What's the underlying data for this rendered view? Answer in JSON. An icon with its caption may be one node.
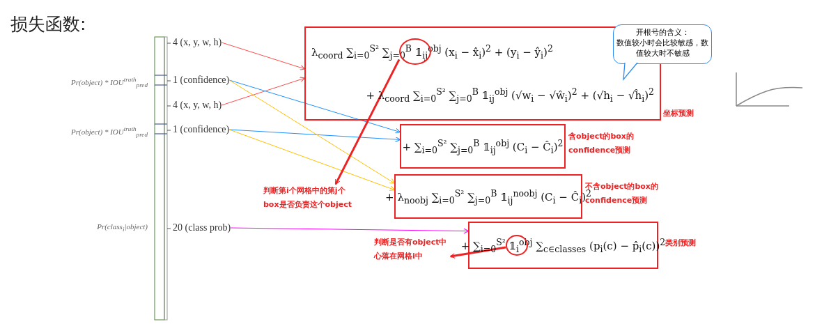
{
  "diagram": {
    "title": "损失函数:",
    "nodes": [
      {
        "text": [
          "4 (x, y, w, h)"
        ]
      },
      {
        "text": [
          "1 (confidence)"
        ]
      },
      {
        "text": [
          "4 (x, y, w, h)"
        ]
      },
      {
        "text": [
          "1 (confidence)"
        ]
      },
      {
        "text": [
          "20 (class prob)"
        ]
      },
      {
        "text": [
          "λ$_{coord}$ ∑$_{i=0}$$^{S²}$ ∑$_{j=0}$$^{B}$ 𝟙$_{ij}$$^{obj}$ (x$_{i}$ − x̂$_{i}$)$^{2}$ + (y$_{i}$ − ŷ$_{i}$)$^{2}$",
          "+ λ$_{coord}$ ∑$_{i=0}$$^{S²}$ ∑$_{j=0}$$^{B}$ 𝟙$_{ij}$$^{obj}$ (√w$_{i}$ − √ŵ$_{i}$)$^{2}$ + (√h$_{i}$ − √ĥ$_{i}$)$^{2}$"
        ],
        "beside": [
          "坐标预测"
        ]
      },
      {
        "text": [],
        "shape": "circle",
        "in": 5
      },
      {
        "text": [
          "开根号的含义：",
          "数值较小时会比较敏感，数值较大时不敏感"
        ]
      },
      {
        "text": [
          "+ ∑$_{i=0}$$^{S²}$ ∑$_{j=0}$$^{B}$ 𝟙$_{ij}$$^{obj}$ (C$_{i}$ − Ĉ$_{i}$)$^{2}$"
        ],
        "beside": [
          "含object的box的confidence预测"
        ]
      },
      {
        "text": [
          "判断第i个网格中的第j个box是否负责这个object"
        ]
      },
      {
        "text": [
          "+ λ$_{noobj}$ ∑$_{i=0}$$^{S²}$ ∑$_{j=0}$$^{B}$ 𝟙$_{ij}$$^{noobj}$ (C$_{i}$ − Ĉ$_{i}$)$^{2}$"
        ],
        "beside": [
          "不含object的box的confidence预测"
        ]
      },
      {
        "text": [
          "+ ∑$_{i=0}$$^{S²}$ 𝟙$_{i}$$^{obj}$ ∑$_{c∈classes}$ (p$_{i}$(c) − p̂$_{i}$(c))$^{2}$"
        ],
        "beside": [
          "类别预测"
        ]
      },
      {
        "text": [],
        "shape": "circle",
        "in": 11
      },
      {
        "text": [
          "判断是否有object中心落在网格i中"
        ]
      }
    ],
    "edges": [
      {
        "from": 0,
        "to": 5,
        "arrow": "to",
        "color": "#ff4d4d"
      },
      {
        "from": 2,
        "to": 5,
        "arrow": "to",
        "color": "#ff4d4d"
      },
      {
        "from": 1,
        "to": 8,
        "arrow": "to",
        "color": "#1e90ff"
      },
      {
        "from": 3,
        "to": 8,
        "arrow": "to",
        "color": "#1e90ff"
      },
      {
        "from": 1,
        "to": 10,
        "arrow": "to",
        "color": "#ffc000"
      },
      {
        "from": 3,
        "to": 10,
        "arrow": "to",
        "color": "#ffc000"
      },
      {
        "from": 4,
        "to": 11,
        "arrow": "to",
        "color": "#ff00ff"
      },
      {
        "from": 6,
        "to": 9,
        "arrow": "to",
        "style": "thick",
        "color": "#ee2222"
      },
      {
        "from": 12,
        "to": 13,
        "arrow": "to",
        "style": "thick",
        "color": "#ee2222"
      }
    ],
    "labels": [
      "Pr(object) * IOU$^{truth}$$_{pred}$",
      "Pr(object) * IOU$^{truth}$$_{pred}$",
      "Pr(class$_{i}$|object)"
    ]
  }
}
